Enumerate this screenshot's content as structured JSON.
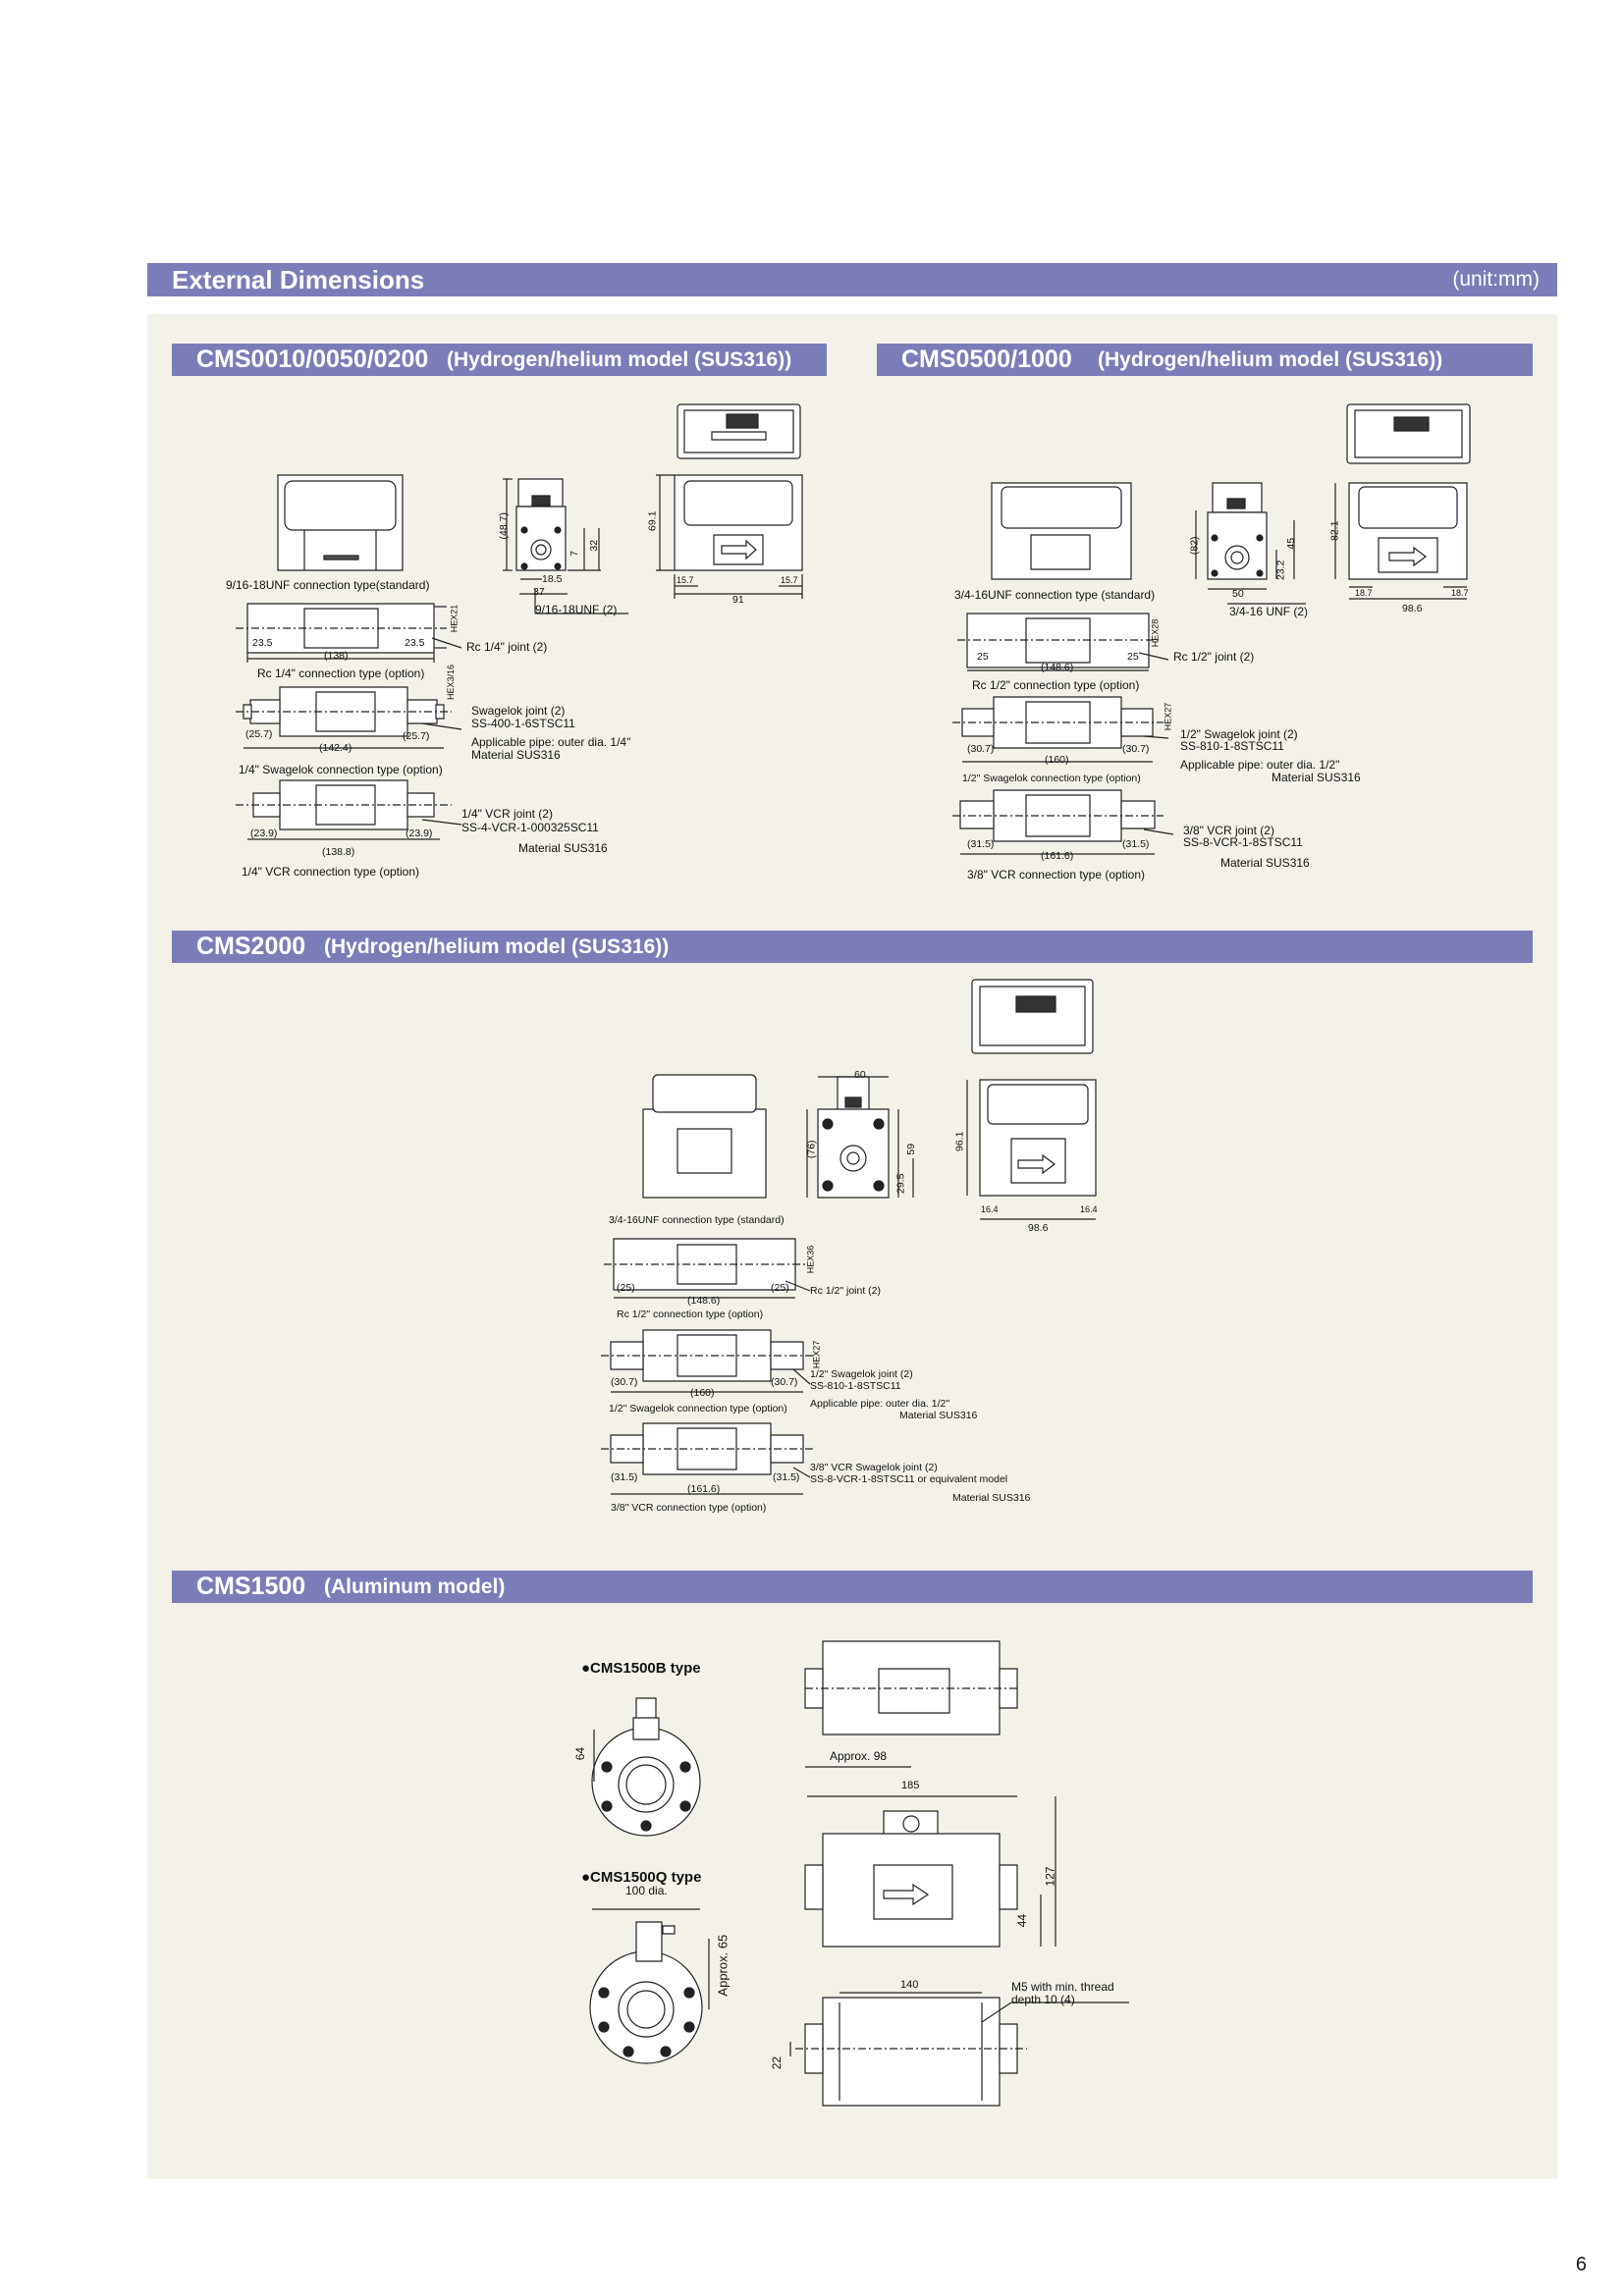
{
  "header": {
    "title": "External Dimensions",
    "unit": "(unit:mm)"
  },
  "sections": {
    "s1": {
      "code": "CMS0010/0050/0200",
      "subtitle": "(Hydrogen/helium model (SUS316))"
    },
    "s2": {
      "code": "CMS0500/1000",
      "subtitle": "(Hydrogen/helium model (SUS316))"
    },
    "s3": {
      "code": "CMS2000",
      "subtitle": "(Hydrogen/helium model (SUS316))"
    },
    "s4": {
      "code": "CMS1500",
      "subtitle": "(Aluminum model)"
    }
  },
  "s1": {
    "dims": {
      "d48_7": "(48.7)",
      "d18_5": "18.5",
      "d37": "37",
      "d7": "7",
      "d32": "32",
      "d69_1": "69.1",
      "d15_7a": "15.7",
      "d15_7b": "15.7",
      "d91": "91",
      "d23_5a": "23.5",
      "d23_5b": "23.5",
      "d138": "(138)",
      "hex21": "HEX21",
      "d25_7a": "(25.7)",
      "d25_7b": "(25.7)",
      "d142_4": "(142.4)",
      "hex3_16": "HEX3/16",
      "d23_9a": "(23.9)",
      "d23_9b": "(23.9)",
      "d138_8": "(138.8)"
    },
    "labels": {
      "unf_std": "9/16-18UNF connection type(standard)",
      "unf_joint": "9/16-18UNF (2)",
      "rc_joint": "Rc 1/4\" joint (2)",
      "rc_type": "Rc 1/4\" connection type (option)",
      "sw_joint1": "Swagelok joint (2)",
      "sw_joint2": "SS-400-1-6STSC11",
      "sw_pipe": "Applicable pipe: outer dia. 1/4\"",
      "sw_mat": "Material SUS316",
      "sw_type": "1/4\" Swagelok connection type (option)",
      "vcr_joint1": "1/4\" VCR joint (2)",
      "vcr_joint2": "SS-4-VCR-1-000325SC11",
      "vcr_mat": "Material SUS316",
      "vcr_type": "1/4\" VCR connection type (option)"
    }
  },
  "s2": {
    "dims": {
      "d82": "(82)",
      "d50": "50",
      "d23_2": "23.2",
      "d45": "45",
      "d82_1": "82.1",
      "d18_7a": "18.7",
      "d18_7b": "18.7",
      "d98_6": "98.6",
      "d25a": "25",
      "d25b": "25",
      "d148_6": "(148.6)",
      "hex28": "HEX28",
      "d30_7a": "(30.7)",
      "d30_7b": "(30.7)",
      "d160": "(160)",
      "d31_5a": "(31.5)",
      "d31_5b": "(31.5)",
      "d161_6": "(161.6)",
      "hex27": "HEX27"
    },
    "labels": {
      "unf_std": "3/4-16UNF connection type (standard)",
      "unf_joint": "3/4-16 UNF (2)",
      "rc_joint": "Rc 1/2\" joint (2)",
      "rc_type": "Rc 1/2\" connection type (option)",
      "sw_joint1": "1/2\" Swagelok joint (2)",
      "sw_joint2": "SS-810-1-8STSC11",
      "sw_pipe": "Applicable pipe: outer dia. 1/2\"",
      "sw_mat": "Material SUS316",
      "sw_type": "1/2\" Swagelok connection type (option)",
      "vcr_joint1": "3/8\" VCR joint (2)",
      "vcr_joint2": "SS-8-VCR-1-8STSC11",
      "vcr_mat": "Material SUS316",
      "vcr_type": "3/8\" VCR connection type (option)"
    }
  },
  "s3": {
    "dims": {
      "d60": "60",
      "d76": "(76)",
      "d59": "59",
      "d29_5": "29.5",
      "d96_1": "96.1",
      "d16_4a": "16.4",
      "d16_4b": "16.4",
      "d98_6": "98.6",
      "hex36": "HEX36",
      "d25a": "(25)",
      "d25b": "(25)",
      "d148_6": "(148.6)",
      "hex27": "HEX27",
      "d30_7a": "(30.7)",
      "d30_7b": "(30.7)",
      "d160": "(160)",
      "d31_5a": "(31.5)",
      "d31_5b": "(31.5)",
      "d161_6": "(161.6)"
    },
    "labels": {
      "unf_std": "3/4-16UNF connection type (standard)",
      "rc_joint": "Rc 1/2\" joint (2)",
      "rc_type": "Rc 1/2\" connection type (option)",
      "sw_joint1": "1/2\" Swagelok joint (2)",
      "sw_joint2": "SS-810-1-8STSC11",
      "sw_pipe": "Applicable pipe: outer dia. 1/2\"",
      "sw_mat": "Material SUS316",
      "sw_type": "1/2\" Swagelok connection type (option)",
      "vcr_joint1": "3/8\" VCR Swagelok joint (2)",
      "vcr_joint2": "SS-8-VCR-1-8STSC11 or equivalent model",
      "vcr_mat": "Material SUS316",
      "vcr_type": "3/8\" VCR connection type (option)"
    }
  },
  "s4": {
    "type_b": "●CMS1500B type",
    "type_q": "●CMS1500Q type",
    "dims": {
      "d64": "64",
      "approx98": "Approx. 98",
      "d185": "185",
      "d127": "127",
      "d44": "44",
      "dia100": "100 dia.",
      "approx65": "Approx. 65",
      "d140": "140",
      "d22": "22"
    },
    "m5": "M5 with min. thread",
    "m5b": "depth 10 (4)"
  },
  "page_number": "6"
}
